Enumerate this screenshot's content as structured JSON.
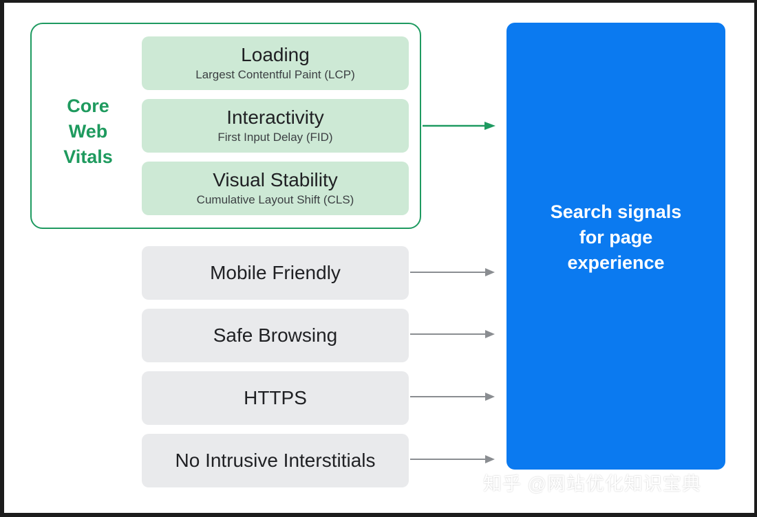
{
  "core_web_vitals": {
    "label_lines": [
      "Core",
      "Web",
      "Vitals"
    ],
    "metrics": [
      {
        "title": "Loading",
        "subtitle": "Largest Contentful Paint (LCP)"
      },
      {
        "title": "Interactivity",
        "subtitle": "First Input Delay (FID)"
      },
      {
        "title": "Visual Stability",
        "subtitle": "Cumulative Layout Shift (CLS)"
      }
    ]
  },
  "other_signals": [
    "Mobile Friendly",
    "Safe Browsing",
    "HTTPS",
    "No Intrusive Interstitials"
  ],
  "target": {
    "lines": [
      "Search signals",
      "for page",
      "experience"
    ]
  },
  "watermark": "知乎 @网站优化知识宝典",
  "colors": {
    "group_green": "#1e9a60",
    "box_green": "#cde9d5",
    "box_gray": "#e9eaec",
    "target_blue": "#0b7af0",
    "arrow_gray": "#8a8d91"
  }
}
